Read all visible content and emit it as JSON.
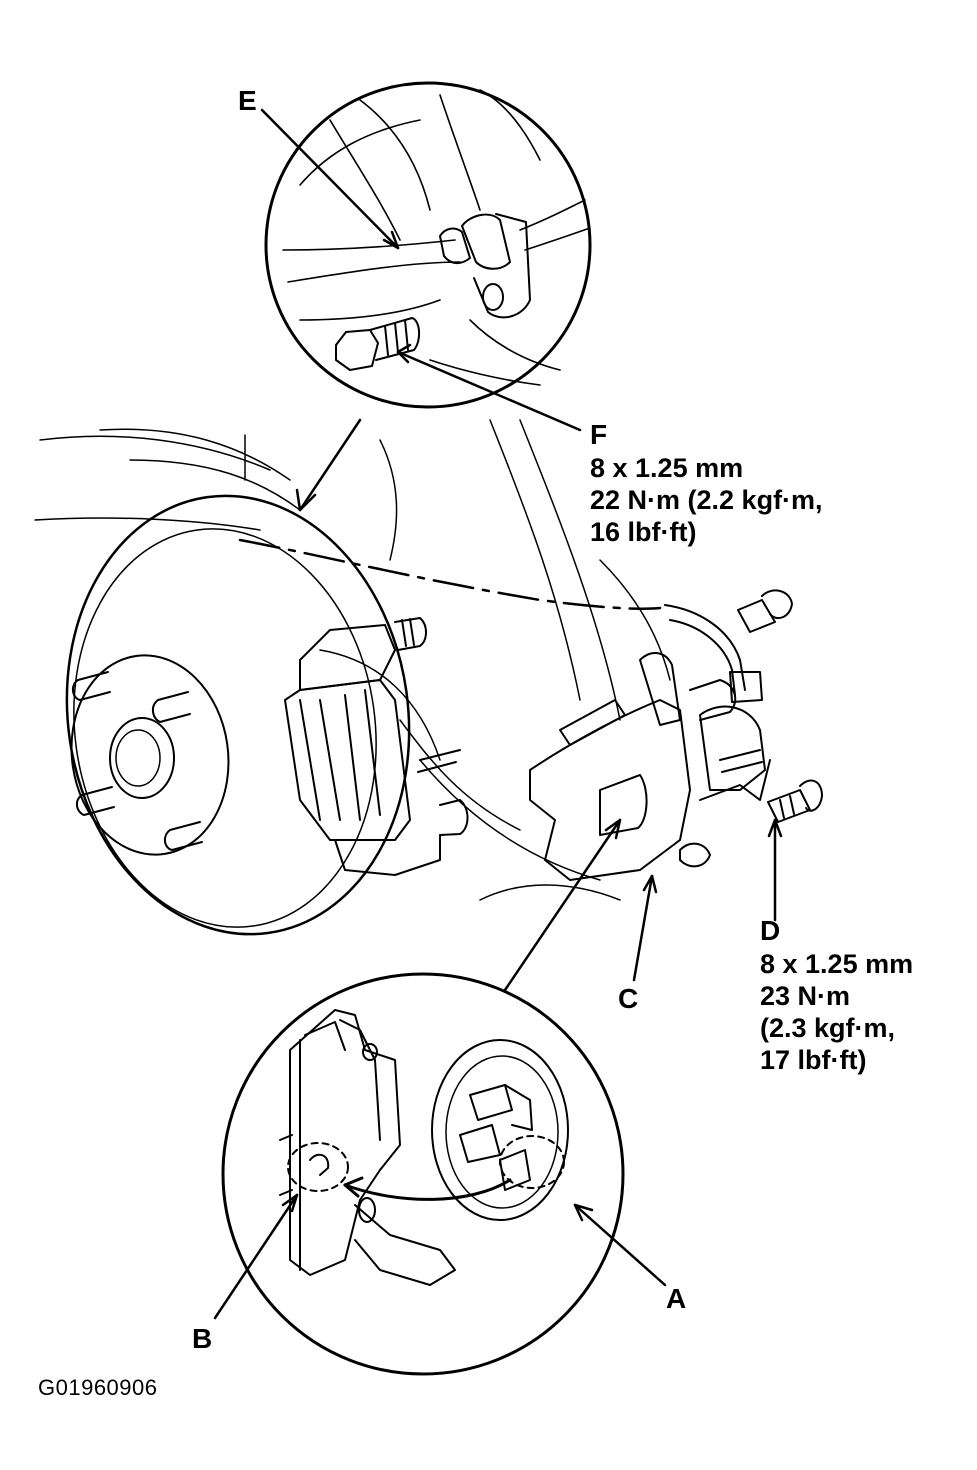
{
  "callouts": {
    "A": "A",
    "B": "B",
    "C": "C",
    "D": "D",
    "E": "E",
    "F": "F"
  },
  "specs": {
    "F": [
      "8 x 1.25 mm",
      "22 N·m (2.2 kgf·m,",
      "16 lbf·ft)"
    ],
    "D": [
      "8 x 1.25 mm",
      "23 N·m",
      "(2.3 kgf·m,",
      "17 lbf·ft)"
    ]
  },
  "figure_code": "G01960906"
}
